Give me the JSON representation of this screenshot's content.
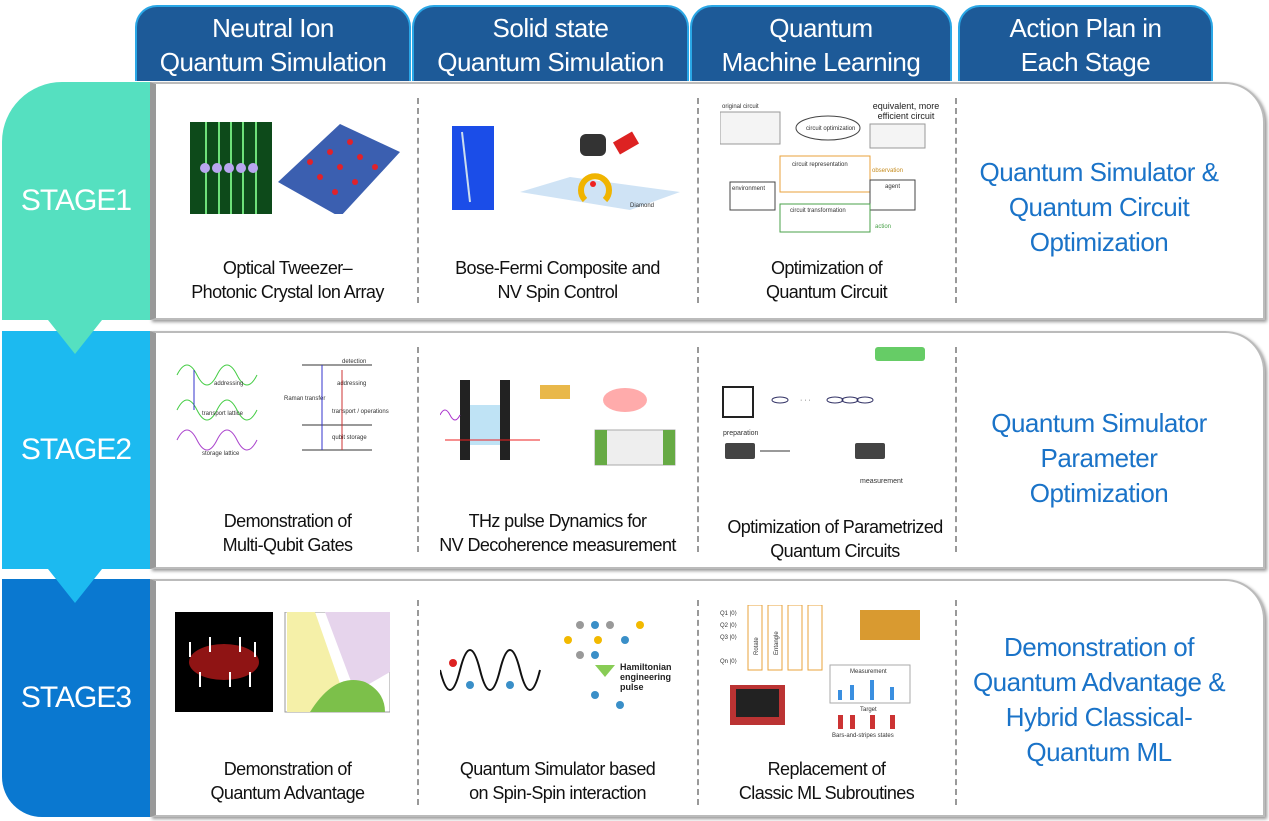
{
  "columns": [
    {
      "line1": "Neutral Ion",
      "line2": "Quantum Simulation"
    },
    {
      "line1": "Solid state",
      "line2": "Quantum Simulation"
    },
    {
      "line1": "Quantum",
      "line2": "Machine Learning"
    },
    {
      "line1": "Action Plan in",
      "line2": "Each Stage"
    }
  ],
  "stages": [
    {
      "label": "STAGE1",
      "color": "#55e0c0",
      "cells": [
        {
          "line1": "Optical Tweezer–",
          "line2": "Photonic Crystal Ion Array"
        },
        {
          "line1": "Bose-Fermi Composite and",
          "line2": "NV Spin Control"
        },
        {
          "line1": "Optimization of",
          "line2": "Quantum Circuit"
        }
      ],
      "plan": [
        "Quantum Simulator &",
        "Quantum Circuit",
        "Optimization"
      ]
    },
    {
      "label": "STAGE2",
      "color": "#1cbaf0",
      "cells": [
        {
          "line1": "Demonstration of",
          "line2": "Multi-Qubit Gates"
        },
        {
          "line1": "THz pulse Dynamics for",
          "line2": "NV Decoherence measurement"
        },
        {
          "line1": "Optimization of Parametrized",
          "line2": "Quantum Circuits"
        }
      ],
      "plan": [
        "Quantum Simulator",
        "Parameter",
        "Optimization"
      ]
    },
    {
      "label": "STAGE3",
      "color": "#0a78d0",
      "cells": [
        {
          "line1": "Demonstration of",
          "line2": "Quantum Advantage"
        },
        {
          "line1": "Quantum Simulator based",
          "line2": "on Spin-Spin interaction"
        },
        {
          "line1": "Replacement of",
          "line2": "Classic ML Subroutines"
        }
      ],
      "plan": [
        "Demonstration of",
        "Quantum Advantage &",
        "Hybrid Classical-",
        "Quantum ML"
      ]
    }
  ],
  "figure_text": {
    "s1c3_a": "original circuit",
    "s1c3_b": "circuit optimization",
    "s1c3_c": "equivalent, more efficient circuit",
    "s1c3_d": "circuit representation",
    "s1c3_e": "observation",
    "s1c3_f": "environment",
    "s1c3_g": "agent",
    "s1c3_h": "circuit transformation",
    "s1c3_i": "action",
    "s1c2_a": "Diamond",
    "s2c1_a": "addressing",
    "s2c1_b": "transport lattice",
    "s2c1_c": "storage lattice",
    "s2c1_d": "detection",
    "s2c1_e": "Raman transfer",
    "s2c1_f": "transport / operations",
    "s2c1_g": "qubit storage",
    "s2c3_a": "preparation",
    "s2c3_b": "measurement",
    "s3c2_a": "Hamiltonian engineering pulse",
    "s3c3_a": "Measurement",
    "s3c3_b": "Target",
    "s3c3_c": "Bars-and-stripes states",
    "s3c3_d": "Rotate",
    "s3c3_e": "Entangle"
  }
}
